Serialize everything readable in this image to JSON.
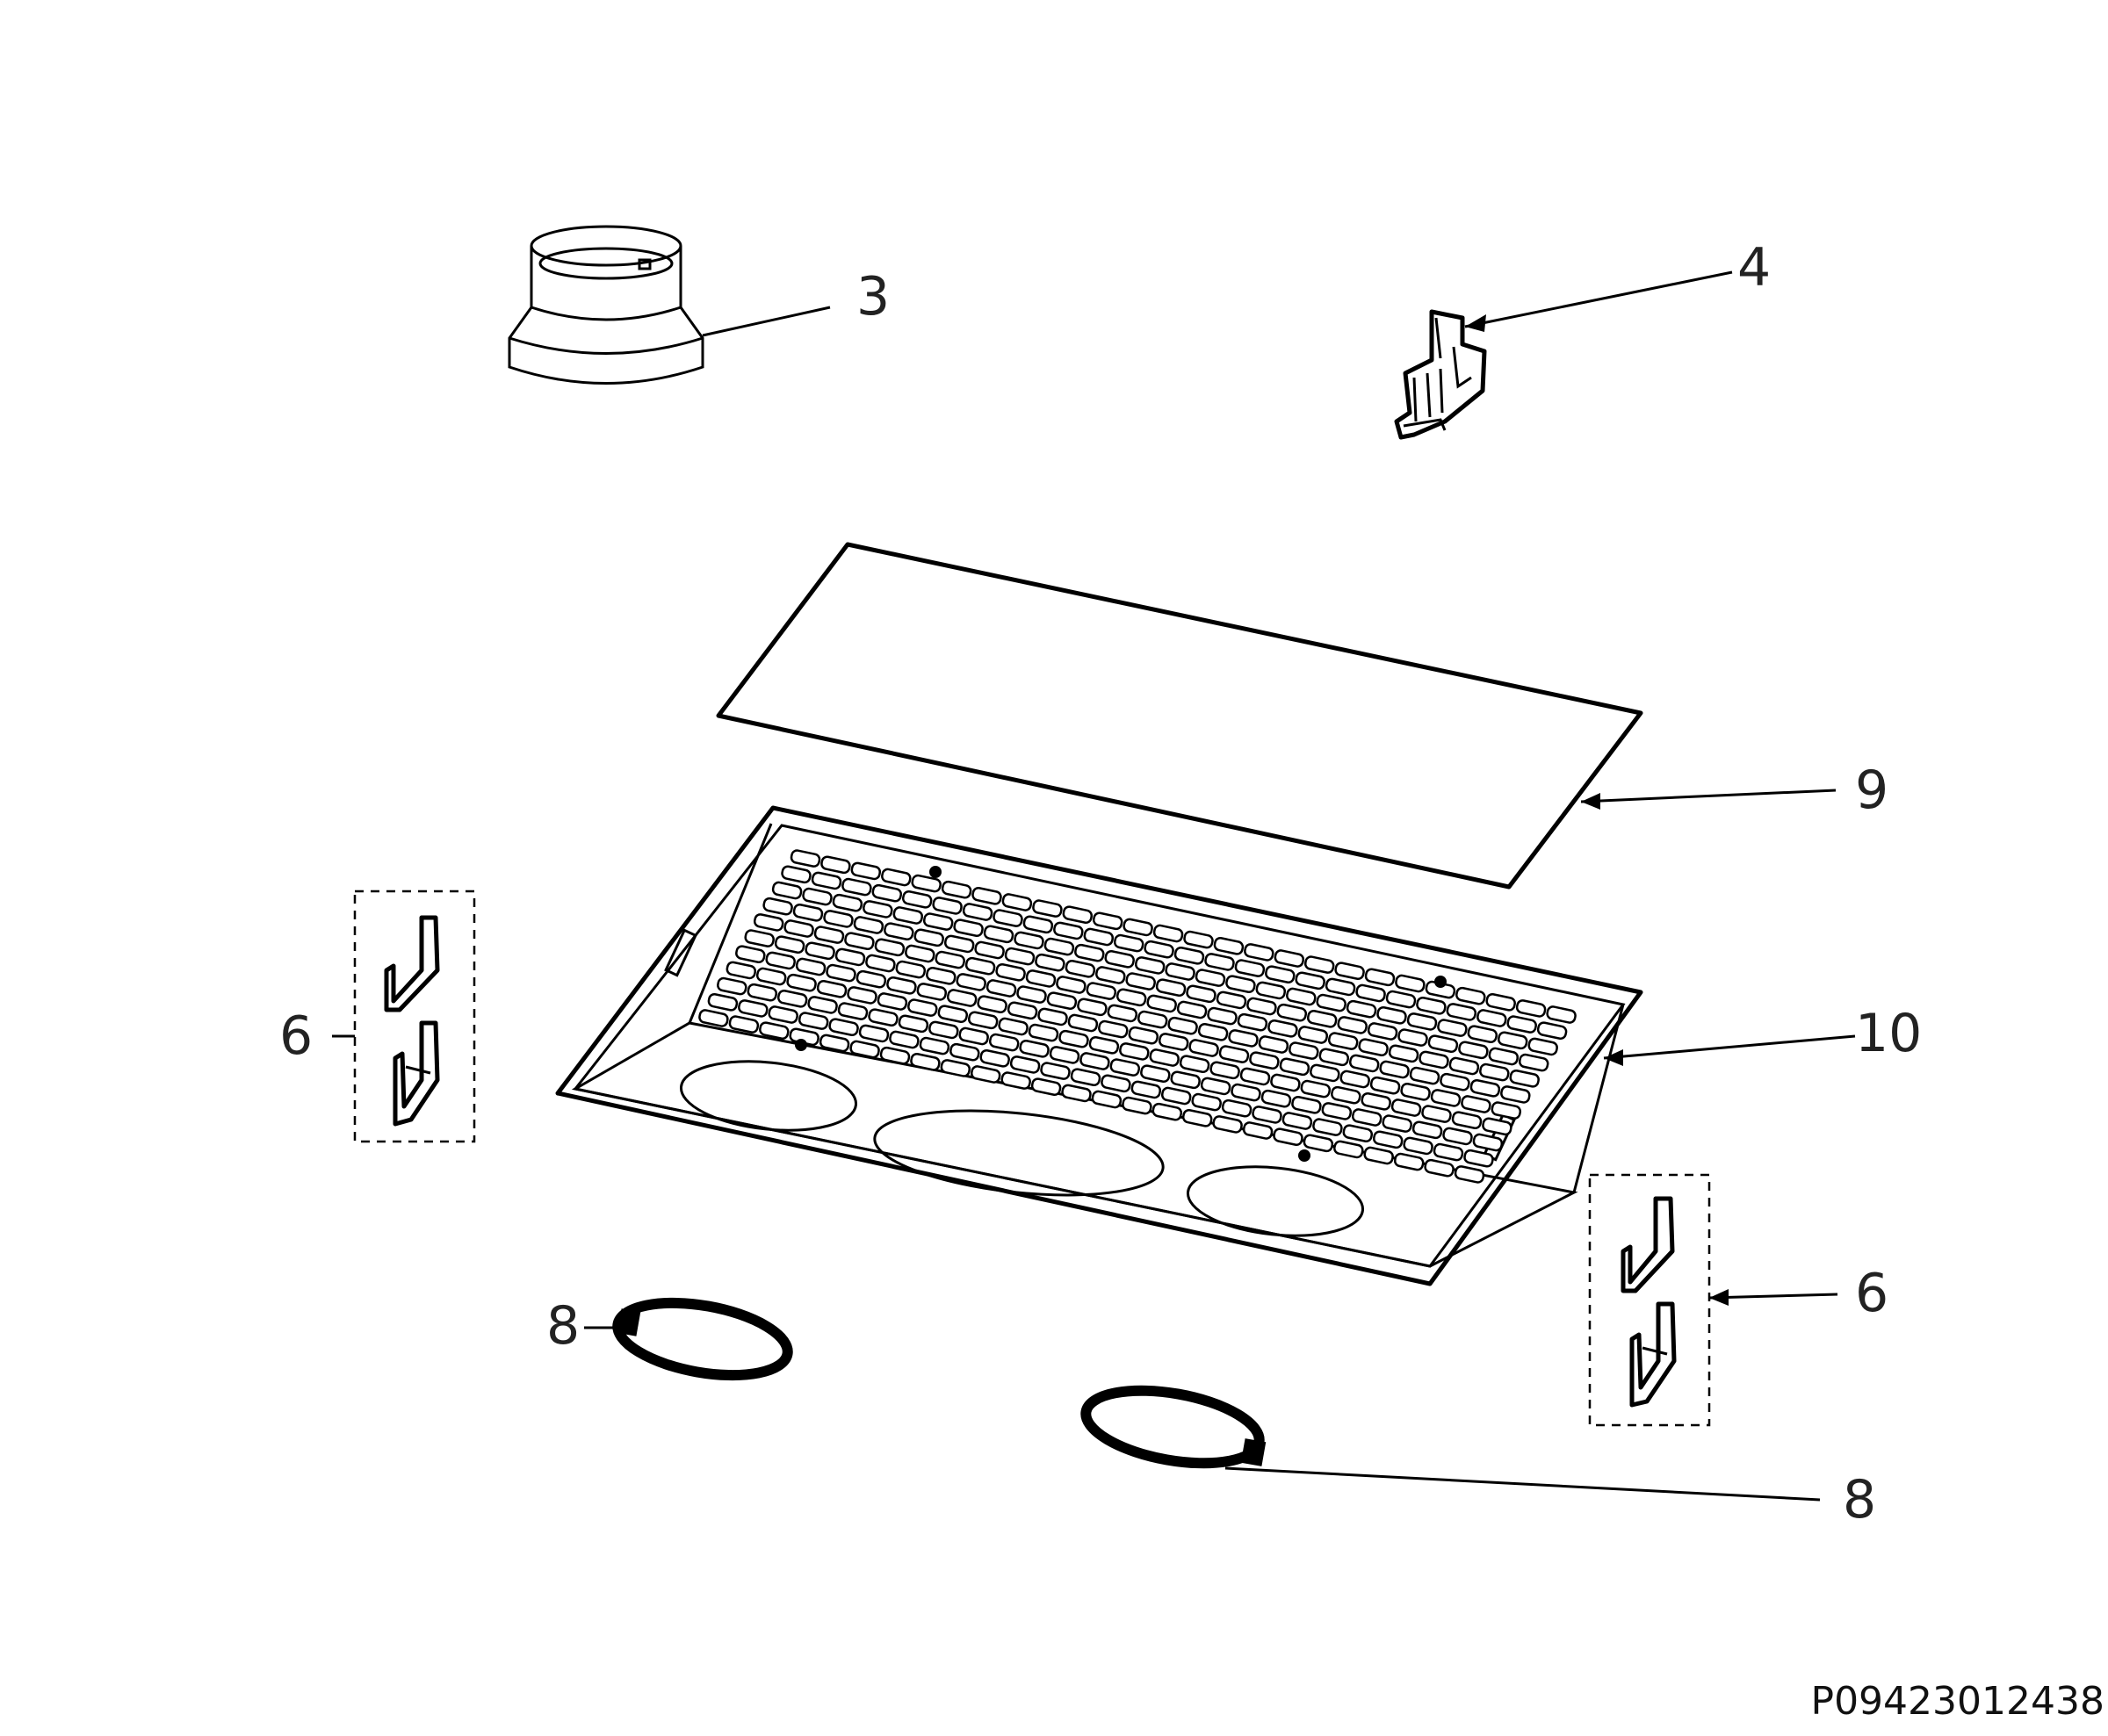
{
  "callouts": {
    "c3": "3",
    "c4": "4",
    "c9": "9",
    "c10": "10",
    "c6_left": "6",
    "c6_right": "6",
    "c8_left": "8",
    "c8_right": "8"
  },
  "document_number": "P09423012438",
  "parts": [
    {
      "id": "3",
      "icon": "duct-adapter-icon"
    },
    {
      "id": "4",
      "icon": "bracket-clip-icon"
    },
    {
      "id": "9",
      "icon": "filter-pad-icon"
    },
    {
      "id": "10",
      "icon": "grease-filter-grille-icon"
    },
    {
      "id": "6",
      "icon": "mounting-clips-icon"
    },
    {
      "id": "8",
      "icon": "light-ring-icon"
    }
  ],
  "colors": {
    "line": "#000000",
    "background": "#ffffff"
  }
}
